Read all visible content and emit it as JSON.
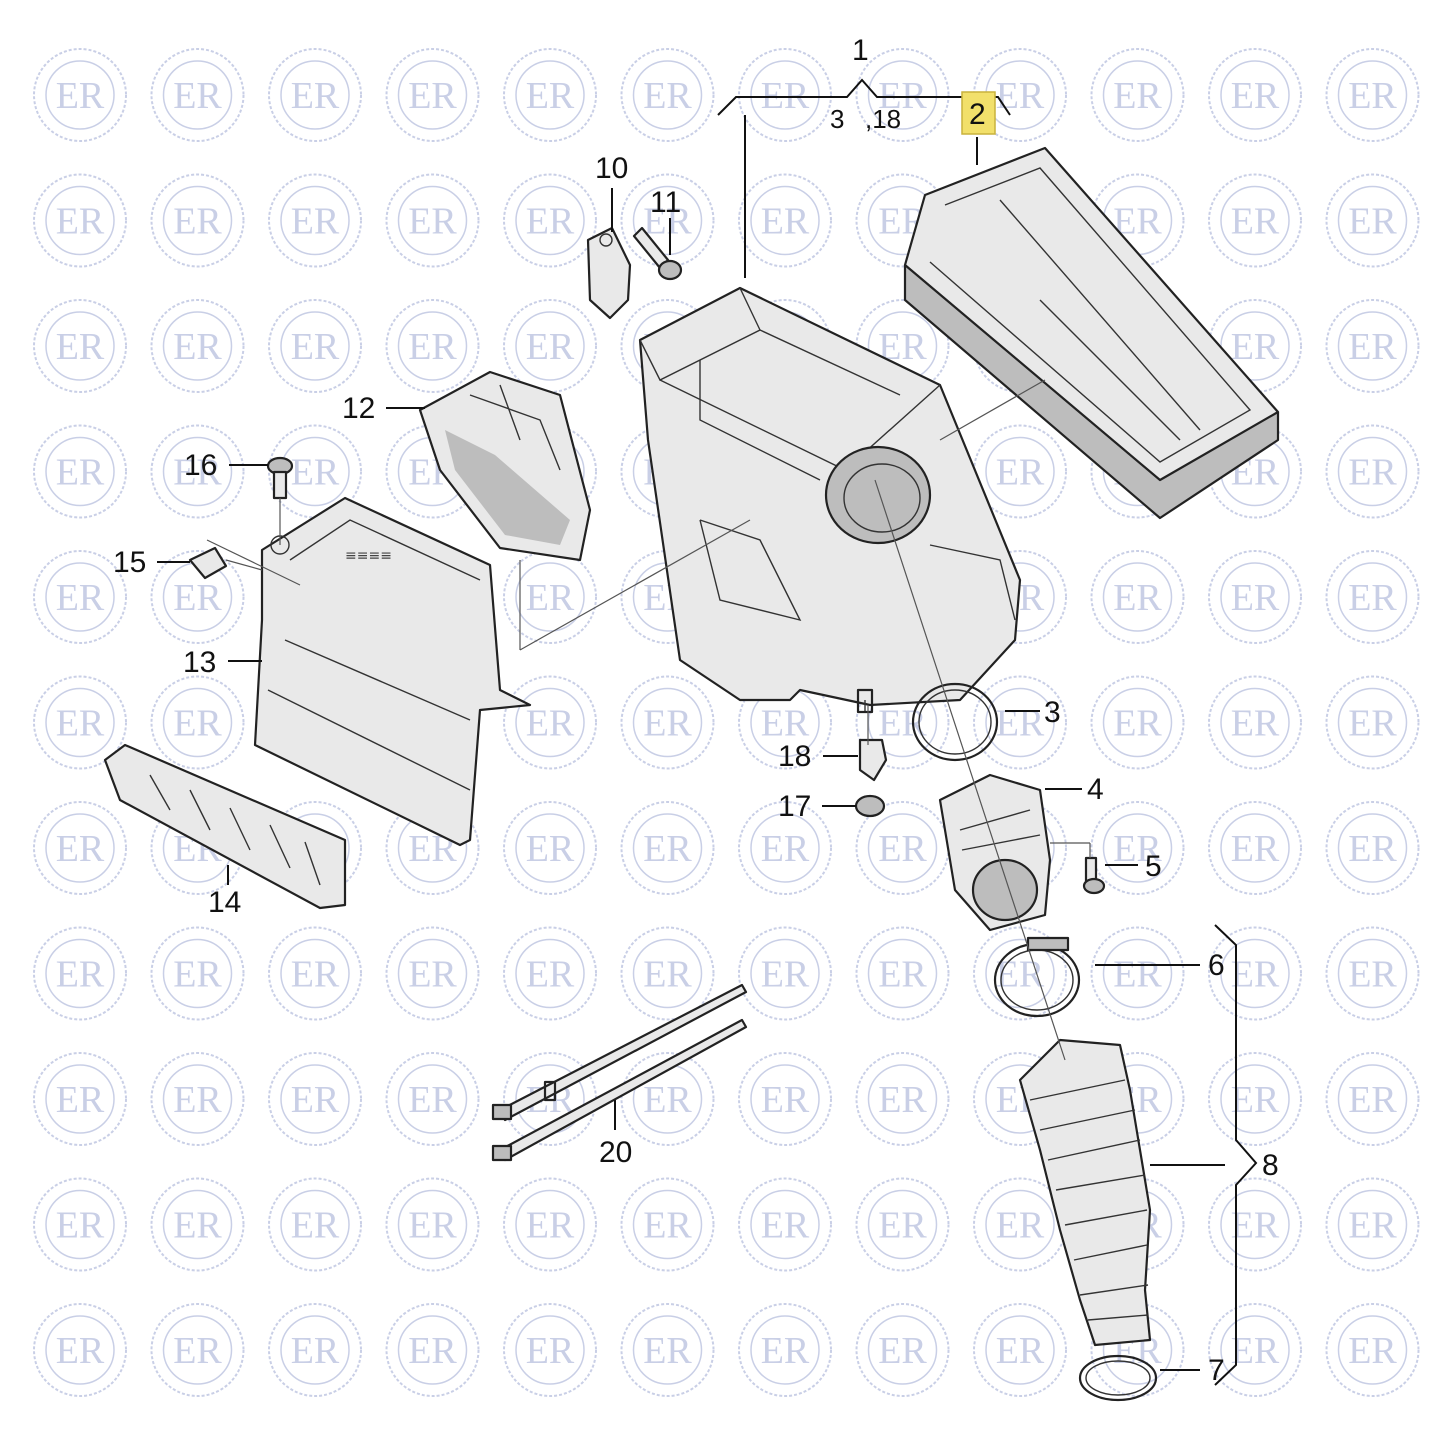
{
  "watermark": {
    "text": "ER",
    "color": "#c9cfe6"
  },
  "highlight_color": "#f2e06b",
  "callouts": {
    "c1": "1",
    "c2": "2",
    "c3_group": "3",
    "c18_group": ",18",
    "c3": "3",
    "c4": "4",
    "c5": "5",
    "c6": "6",
    "c7": "7",
    "c8": "8",
    "c10": "10",
    "c11": "11",
    "c12": "12",
    "c13": "13",
    "c14": "14",
    "c15": "15",
    "c16": "16",
    "c17": "17",
    "c18": "18",
    "c20": "20"
  }
}
